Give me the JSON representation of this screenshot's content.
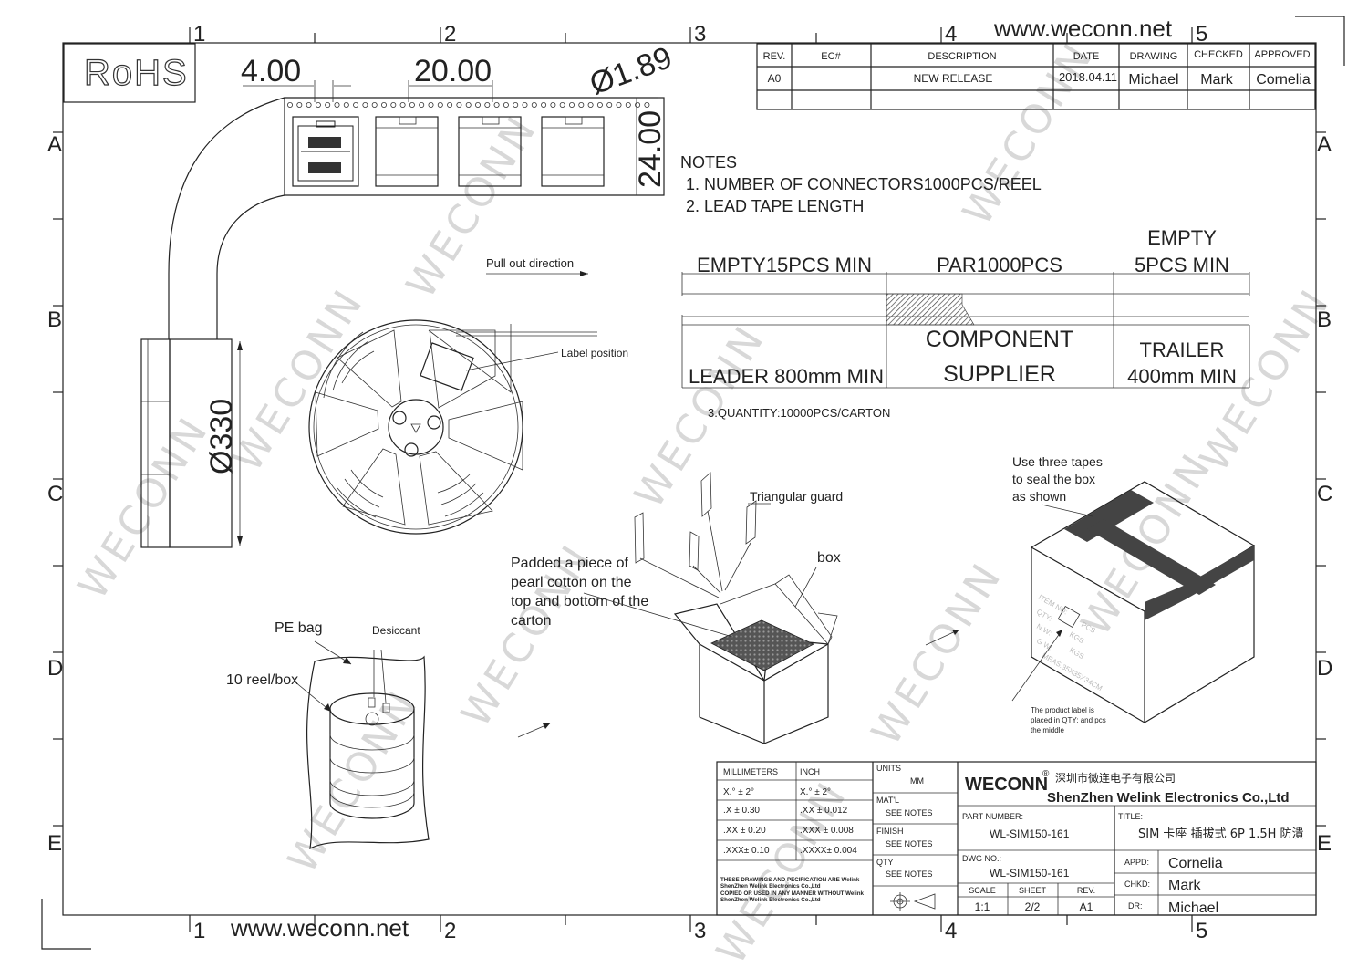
{
  "site": "www.weconn.net",
  "rohs": "RoHS",
  "watermark": "WECONN",
  "grid": {
    "columns": [
      "1",
      "2",
      "3",
      "4",
      "5"
    ],
    "rows": [
      "A",
      "B",
      "C",
      "D",
      "E"
    ]
  },
  "revision_table": {
    "headers": [
      "REV.",
      "EC#",
      "DESCRIPTION",
      "DATE",
      "DRAWING",
      "CHECKED",
      "APPROVED"
    ],
    "row": [
      "A0",
      "",
      "NEW RELEASE",
      "2018.04.11",
      "Michael",
      "Mark",
      "Cornelia"
    ]
  },
  "tape_dims": {
    "pitch_small": "4.00",
    "pitch": "20.00",
    "hole": "Ø1.89",
    "width": "24.00"
  },
  "reel_dia": "Ø330",
  "notes": {
    "title": "NOTES",
    "item1": "1. NUMBER OF CONNECTORS1000PCS/REEL",
    "item2": "2. LEAD TAPE LENGTH",
    "item3": "3.QUANTITY:10000PCS/CARTON"
  },
  "tape_layout": {
    "empty15": "EMPTY15PCS MIN",
    "par": "PAR1000PCS",
    "empty5_line1": "EMPTY",
    "empty5_line2": "5PCS MIN",
    "leader": "LEADER 800mm MIN",
    "component_line1": "COMPONENT",
    "component_line2": "SUPPLIER",
    "trailer_line1": "TRAILER",
    "trailer_line2": "400mm MIN"
  },
  "labels": {
    "pull_out": "Pull out direction",
    "label_position": "Label position",
    "triangular_guard": "Triangular guard",
    "box": "box",
    "padded_1": "Padded a piece of",
    "padded_2": "pearl cotton on the",
    "padded_3": "top and bottom of the",
    "padded_4": "carton",
    "pe_bag": "PE bag",
    "desiccant": "Desiccant",
    "reel_box": "10 reel/box",
    "tapes_1": "Use three tapes",
    "tapes_2": "to seal the box",
    "tapes_3": "as shown",
    "product_label_1": "The product label is",
    "product_label_2": "placed in QTY:  and pcs",
    "product_label_3": "the middle"
  },
  "box_marks": [
    "ITEM NO:",
    "QTY:",
    "N.W:",
    "G.W:",
    "MEAS:35X35X34CM",
    "PCS",
    "KGS",
    "KGS"
  ],
  "title_block": {
    "tolerance": {
      "mm_header": "MILLIMETERS",
      "inch_header": "INCH",
      "mm_rows": [
        "X.° ± 2°",
        ".X  ± 0.30",
        ".XX ± 0.20",
        ".XXX± 0.10"
      ],
      "inch_rows": [
        "X.° ± 2°",
        ".XX  ± 0.012",
        ".XXX ± 0.008",
        ".XXXX± 0.004"
      ],
      "notice": [
        "THESE DRAWINGS AND PECIFICATION  ARE Welink",
        "ShenZhen Welink Electronics Co.,Ltd",
        "COPIED OR USED IN ANY MANNER WITHOUT Welink",
        "ShenZhen Welink Electronics Co.,Ltd"
      ]
    },
    "units_label": "UNITS",
    "units_value": "MM",
    "matl_label": "MAT'L",
    "matl_value": "SEE NOTES",
    "finish_label": "FINISH",
    "finish_value": "SEE NOTES",
    "qty_label": "QTY",
    "qty_value": "SEE NOTES",
    "company_brand": "WECONN",
    "company_reg": "®",
    "company_cn": "深圳市微连电子有限公司",
    "company_en": "ShenZhen Welink Electronics Co.,Ltd",
    "part_number_label": "PART NUMBER:",
    "part_number": "WL-SIM150-161",
    "title_label": "TITLE:",
    "title": "SIM 卡座 插拔式 6P 1.5H 防潰",
    "dwg_no_label": "DWG NO.:",
    "dwg_no": "WL-SIM150-161",
    "appd_label": "APPD:",
    "appd": "Cornelia",
    "chkd_label": "CHKD:",
    "chkd": "Mark",
    "dr_label": "DR:",
    "dr": "Michael",
    "scale_label": "SCALE",
    "scale": "1:1",
    "sheet_label": "SHEET",
    "sheet": "2/2",
    "rev_label": "REV.",
    "rev": "A1"
  }
}
